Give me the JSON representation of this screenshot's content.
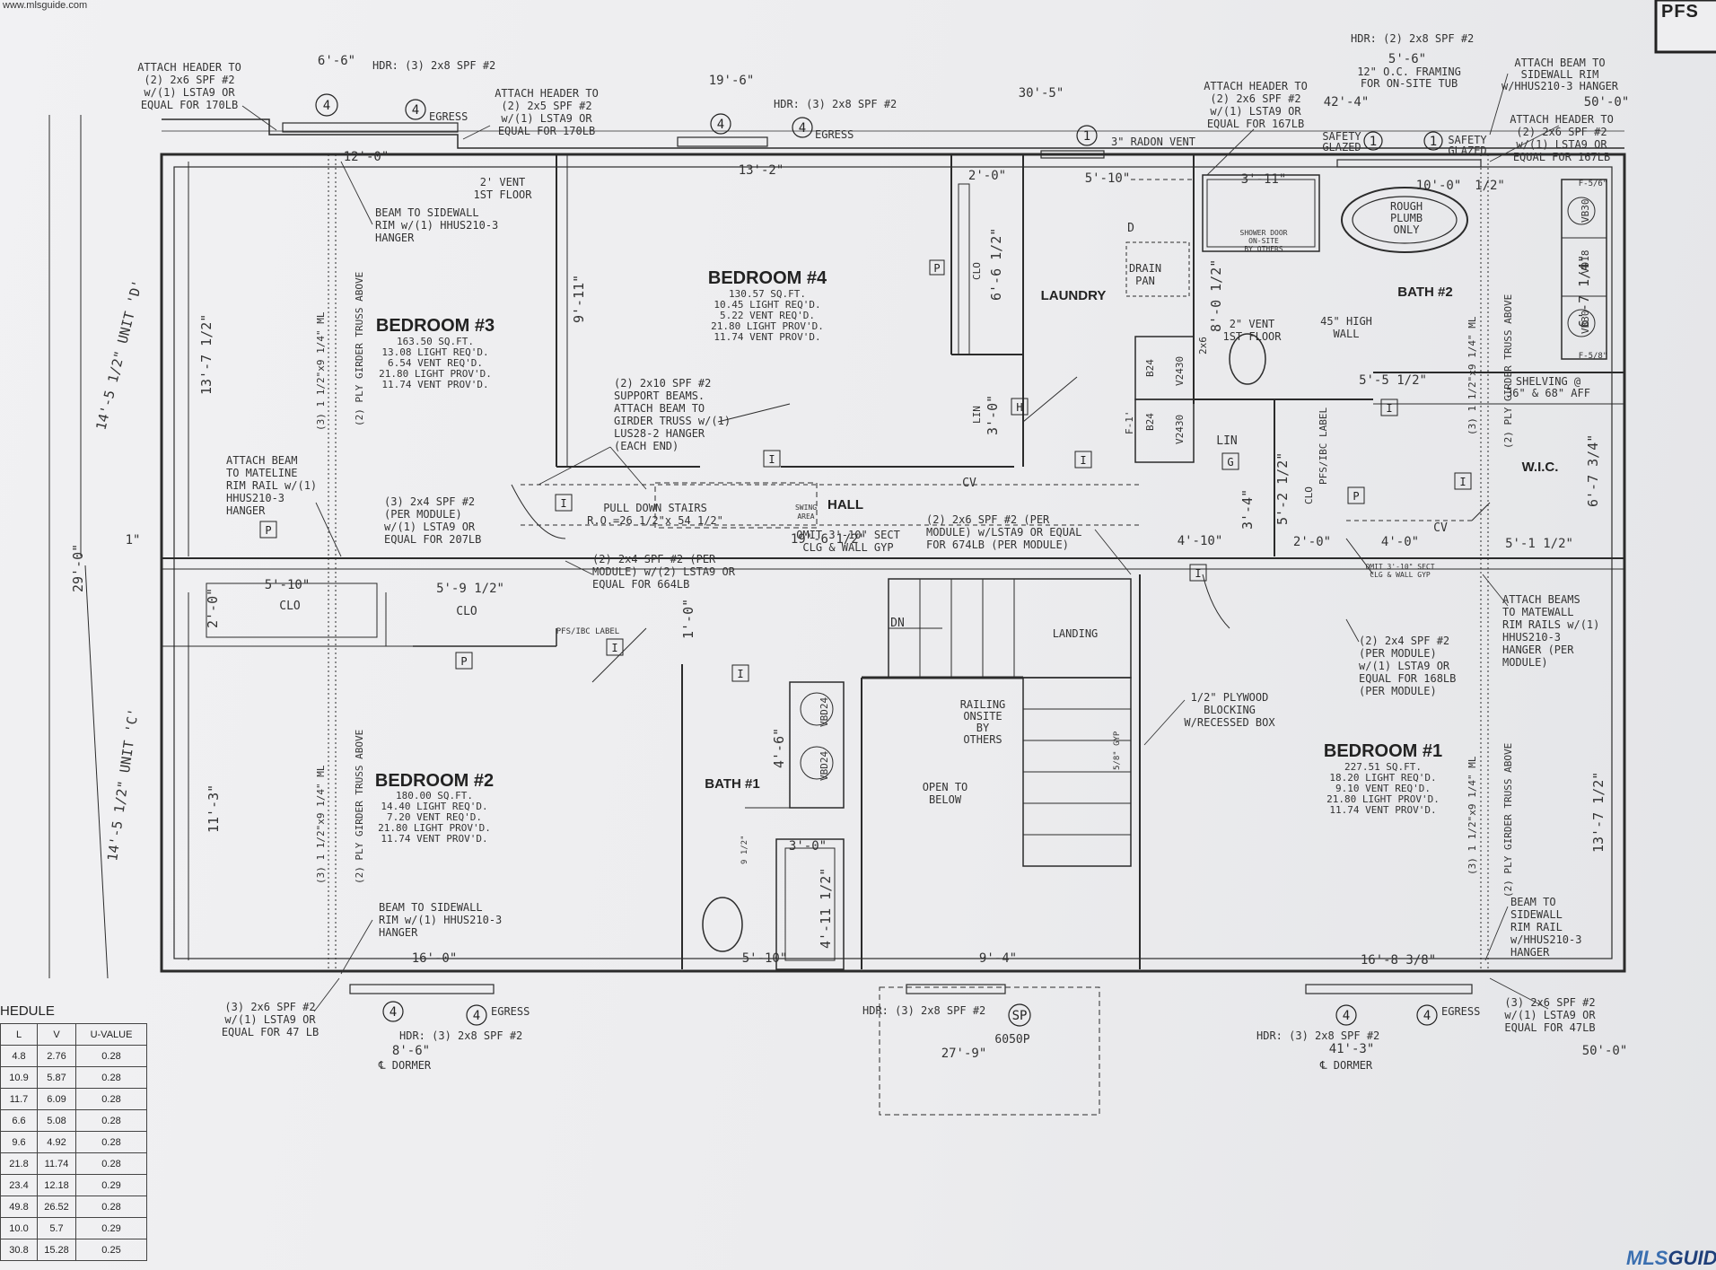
{
  "watermark_top": "www.mlsguide.com",
  "watermark_bottom": {
    "mls": "MLS",
    "guide": "GUIDE"
  },
  "corner_tag": "PFS",
  "rooms": {
    "bed3": {
      "name": "BEDROOM #3",
      "l1": "163.50 SQ.FT.",
      "l2": "13.08 LIGHT REQ'D.",
      "l3": "6.54 VENT REQ'D.",
      "l4": "21.80 LIGHT PROV'D.",
      "l5": "11.74 VENT PROV'D."
    },
    "bed4": {
      "name": "BEDROOM #4",
      "l1": "130.57 SQ.FT.",
      "l2": "10.45 LIGHT REQ'D.",
      "l3": "5.22 VENT REQ'D.",
      "l4": "21.80 LIGHT PROV'D.",
      "l5": "11.74 VENT PROV'D."
    },
    "bed2": {
      "name": "BEDROOM #2",
      "l1": "180.00 SQ.FT.",
      "l2": "14.40 LIGHT REQ'D.",
      "l3": "7.20 VENT REQ'D.",
      "l4": "21.80 LIGHT PROV'D.",
      "l5": "11.74 VENT PROV'D."
    },
    "bed1": {
      "name": "BEDROOM #1",
      "l1": "227.51 SQ.FT.",
      "l2": "18.20 LIGHT REQ'D.",
      "l3": "9.10 VENT REQ'D.",
      "l4": "21.80 LIGHT PROV'D.",
      "l5": "11.74 VENT PROV'D."
    },
    "laundry": "LAUNDRY",
    "bath1": "BATH #1",
    "bath2": "BATH #2",
    "hall": "HALL",
    "wic": "W.I.C.",
    "landing": "LANDING"
  },
  "dims": {
    "d6_6": "6'-6\"",
    "d19_6": "19'-6\"",
    "d30_5": "30'-5\"",
    "d5_6": "5'-6\"",
    "d42_4": "42'-4\"",
    "d50_0": "50'-0\"",
    "d12_0": "12'-0\"",
    "d13_2": "13'-2\"",
    "d2_0": "2'-0\"",
    "d5_10": "5'-10\"",
    "d10_0": "10'-0\"",
    "d1_2": "1/2\"",
    "d3_11": "3'-11\"",
    "d13_7": "13'-7 1/2\"",
    "d14_5d": "14'-5 1/2\" UNIT 'D'",
    "d14_5c": "14'-5 1/2\" UNIT 'C'",
    "d29_0": "29'-0\"",
    "d9_11": "9'-11\"",
    "d6_6h": "6'-6 1/2\"",
    "d3_0": "3'-0\"",
    "d19_6b": "19'-6 1/2\"",
    "d4_10": "4'-10\"",
    "d2_0b": "2'-0\"",
    "d4_0": "4'-0\"",
    "d5_1": "5'-1 1/2\"",
    "d5_10b": "5'-10\"",
    "d5_9": "5'-9 1/2\"",
    "d2_0c": "2'-0\"",
    "d1": "1\"",
    "d11_3": "11'-3\"",
    "d16_0": "16'-0\"",
    "d5_10c": "5'-10\"",
    "d9_4": "9'-4\"",
    "d16_8": "16'-8 3/8\"",
    "d13_7b": "13'-7 1/2\"",
    "d6_7a": "6'-7 1/4\"",
    "d6_7b": "6'-7 3/4\"",
    "d5_5": "5'-5 1/2\"",
    "d5_2": "5'-2 1/2\"",
    "d3_4": "3'-4\"",
    "d8_6": "8'-6\"",
    "d27_9": "27'-9\"",
    "d41_3": "41'-3\"",
    "d50_0b": "50'-0\"",
    "d4_6": "4'-6\"",
    "d3_0b": "3'-0\"",
    "d4_11": "4'-11 1/2\"",
    "d9_1": "9 1/2\"",
    "d8_0": "8'-0 1/2\"",
    "d1_0": "1'-0\"",
    "dormer": "℄ DORMER",
    "dormer2": "℄ DORMER"
  },
  "notes": {
    "hdr_top_left": "HDR: (3) 2x8 SPF #2",
    "hdr_top_mid": "HDR: (3) 2x8 SPF #2",
    "hdr_top_right": "HDR: (2) 2x8 SPF #2",
    "attach_hdr_1": [
      "ATTACH HEADER TO",
      "(2) 2x6 SPF #2",
      "w/(1) LSTA9 OR",
      "EQUAL FOR 170LB"
    ],
    "attach_hdr_2": [
      "ATTACH HEADER TO",
      "(2) 2x5 SPF #2",
      "w/(1) LSTA9 OR",
      "EQUAL FOR 170LB"
    ],
    "attach_hdr_3": [
      "ATTACH HEADER TO",
      "(2) 2x6 SPF #2",
      "w/(1) LSTA9 OR",
      "EQUAL FOR 167LB"
    ],
    "attach_hdr_4": [
      "ATTACH HEADER TO",
      "(2) 2x6 SPF #2",
      "w/(1) LSTA9 OR",
      "EQUAL FOR 167LB"
    ],
    "attach_beam_rim": [
      "ATTACH BEAM TO",
      "SIDEWALL RIM",
      "w/HHUS210-3 HANGER"
    ],
    "framing_tub": [
      "12\" O.C. FRAMING",
      "FOR ON-SITE TUB"
    ],
    "radon": "3\" RADON VENT",
    "vent_1st": [
      "2' VENT",
      "1ST FLOOR"
    ],
    "vent_1st_b": [
      "2\" VENT",
      "1ST FLOOR"
    ],
    "beam_sidewall": [
      "BEAM TO SIDEWALL",
      "RIM w/(1) HHUS210-3",
      "HANGER"
    ],
    "beam_sidewall_b": [
      "BEAM TO SIDEWALL",
      "RIM w/(1) HHUS210-3",
      "HANGER"
    ],
    "beam_sidewall_r": [
      "BEAM TO",
      "SIDEWALL",
      "RIM RAIL",
      "w/HHUS210-3",
      "HANGER"
    ],
    "support_beams": [
      "(2) 2x10 SPF #2",
      "SUPPORT BEAMS.",
      "ATTACH BEAM TO",
      "GIRDER TRUSS w/(1)",
      "LUS28-2 HANGER",
      "(EACH END)"
    ],
    "attach_mateline": [
      "ATTACH BEAM",
      "TO MATELINE",
      "RIM RAIL w/(1)",
      "HHUS210-3",
      "HANGER"
    ],
    "per_module_1": [
      "(3) 2x4 SPF #2",
      "(PER MODULE)",
      "w/(1) LSTA9 OR",
      "EQUAL FOR 207LB"
    ],
    "per_module_2": [
      "(2) 2x4 SPF #2 (PER",
      "MODULE) w/(2) LSTA9 OR",
      "EQUAL FOR 664LB"
    ],
    "per_module_3": [
      "(2) 2x6 SPF #2 (PER",
      "MODULE) w/LSTA9 OR EQUAL",
      "FOR 674LB (PER MODULE)"
    ],
    "per_module_4": [
      "(2) 2x4 SPF #2",
      "(PER MODULE)",
      "w/(1) LSTA9 OR",
      "EQUAL FOR 168LB",
      "(PER MODULE)"
    ],
    "attach_matewall": [
      "ATTACH BEAMS",
      "TO MATEWALL",
      "RIM RAILS w/(1)",
      "HHUS210-3",
      "HANGER (PER",
      "MODULE)"
    ],
    "pull_down": [
      "PULL DOWN STAIRS",
      "R.O.=26 1/2\"x 54 1/2\""
    ],
    "swing": [
      "SWING",
      "AREA"
    ],
    "omit_1": [
      "OMIT 3'-10\" SECT",
      "CLG & WALL GYP"
    ],
    "omit_2": [
      "OMIT 3'-10\" SECT",
      "CLG & WALL GYP"
    ],
    "pfs_label": "PFS/IBC LABEL",
    "pfs_label_v": "PFS/IBC LABEL",
    "ply_blocking": [
      "1/2\" PLYWOOD",
      "BLOCKING",
      "W/RECESSED BOX"
    ],
    "railing": [
      "RAILING",
      "ONSITE",
      "BY",
      "OTHERS"
    ],
    "open_below": [
      "OPEN TO",
      "BELOW"
    ],
    "shelving": [
      "SHELVING @",
      "36\" & 68\" AFF"
    ],
    "wall_45": [
      "45\" HIGH",
      "WALL"
    ],
    "rough_plumb": [
      "ROUGH",
      "PLUMB",
      "ONLY"
    ],
    "shower": [
      "SHOWER DOOR",
      "ON-SITE",
      "BY OTHERS"
    ],
    "drain": [
      "DRAIN",
      "PAN"
    ],
    "safety1": [
      "SAFETY",
      "GLAZED"
    ],
    "safety2": [
      "SAFETY",
      "GLAZED"
    ],
    "girder_1": "(2) PLY GIRDER TRUSS ABOVE",
    "girder_2": "(2) PLY GIRDER TRUSS ABOVE",
    "girder_3": "(2) PLY GIRDER TRUSS ABOVE",
    "girder_4": "(2) PLY GIRDER TRUSS ABOVE",
    "ml_1": "(3) 1 1/2\"x9 1/4\" ML",
    "ml_2": "(3) 1 1/2\"x9 1/4\" ML",
    "ml_3": "(3) 1 1/2\"x9 1/4\" ML",
    "ml_4": "(3) 1 1/2\"x9 1/4\" ML",
    "bot_hdr_1": [
      "(3) 2x6 SPF #2",
      "w/(1) LSTA9 OR",
      "EQUAL FOR 47 LB"
    ],
    "bot_hdr_2": [
      "(3) 2x6 SPF #2",
      "w/(1) LSTA9 OR",
      "EQUAL FOR 47LB"
    ],
    "bot_hdr_l": "HDR: (3) 2x8 SPF #2",
    "bot_hdr_m": "HDR: (3) 2x8 SPF #2",
    "bot_hdr_r": "HDR: (3) 2x8 SPF #2",
    "sp_tag": "SP",
    "sp_code": "6050P",
    "egress": "EGRESS",
    "clo": "CLO",
    "lin": "LIN",
    "dn": "DN",
    "gyp": "5/8\" GYP",
    "b24": "B24",
    "v2430": "V2430",
    "vb30": "VB30",
    "vd18": "VD18",
    "vbd24": "VBD24",
    "f56": "F-5/6\"",
    "f58": "F-5/8\"",
    "two6": "2x6",
    "cv": "CV",
    "d_mark": "D",
    "c_mark": "C",
    "h_mark": "H",
    "g_mark": "G",
    "f_mark": "F-1'"
  },
  "tags": {
    "window4": "4",
    "window1": "1",
    "pmark": "P",
    "imark": "I"
  },
  "schedule": {
    "title": "HEDULE",
    "headers": [
      "L",
      "V",
      "U-VALUE"
    ],
    "rows": [
      [
        "4.8",
        "2.76",
        "0.28"
      ],
      [
        "10.9",
        "5.87",
        "0.28"
      ],
      [
        "11.7",
        "6.09",
        "0.28"
      ],
      [
        "6.6",
        "5.08",
        "0.28"
      ],
      [
        "9.6",
        "4.92",
        "0.28"
      ],
      [
        "21.8",
        "11.74",
        "0.28"
      ],
      [
        "23.4",
        "12.18",
        "0.29"
      ],
      [
        "49.8",
        "26.52",
        "0.28"
      ],
      [
        "10.0",
        "5.7",
        "0.29"
      ],
      [
        "30.8",
        "15.28",
        "0.25"
      ]
    ]
  },
  "colors": {
    "ink": "#2b2b2b",
    "paper": "#eeeef0",
    "mls_blue": "#3a6fb0",
    "guide_blue": "#1f3f7a"
  }
}
